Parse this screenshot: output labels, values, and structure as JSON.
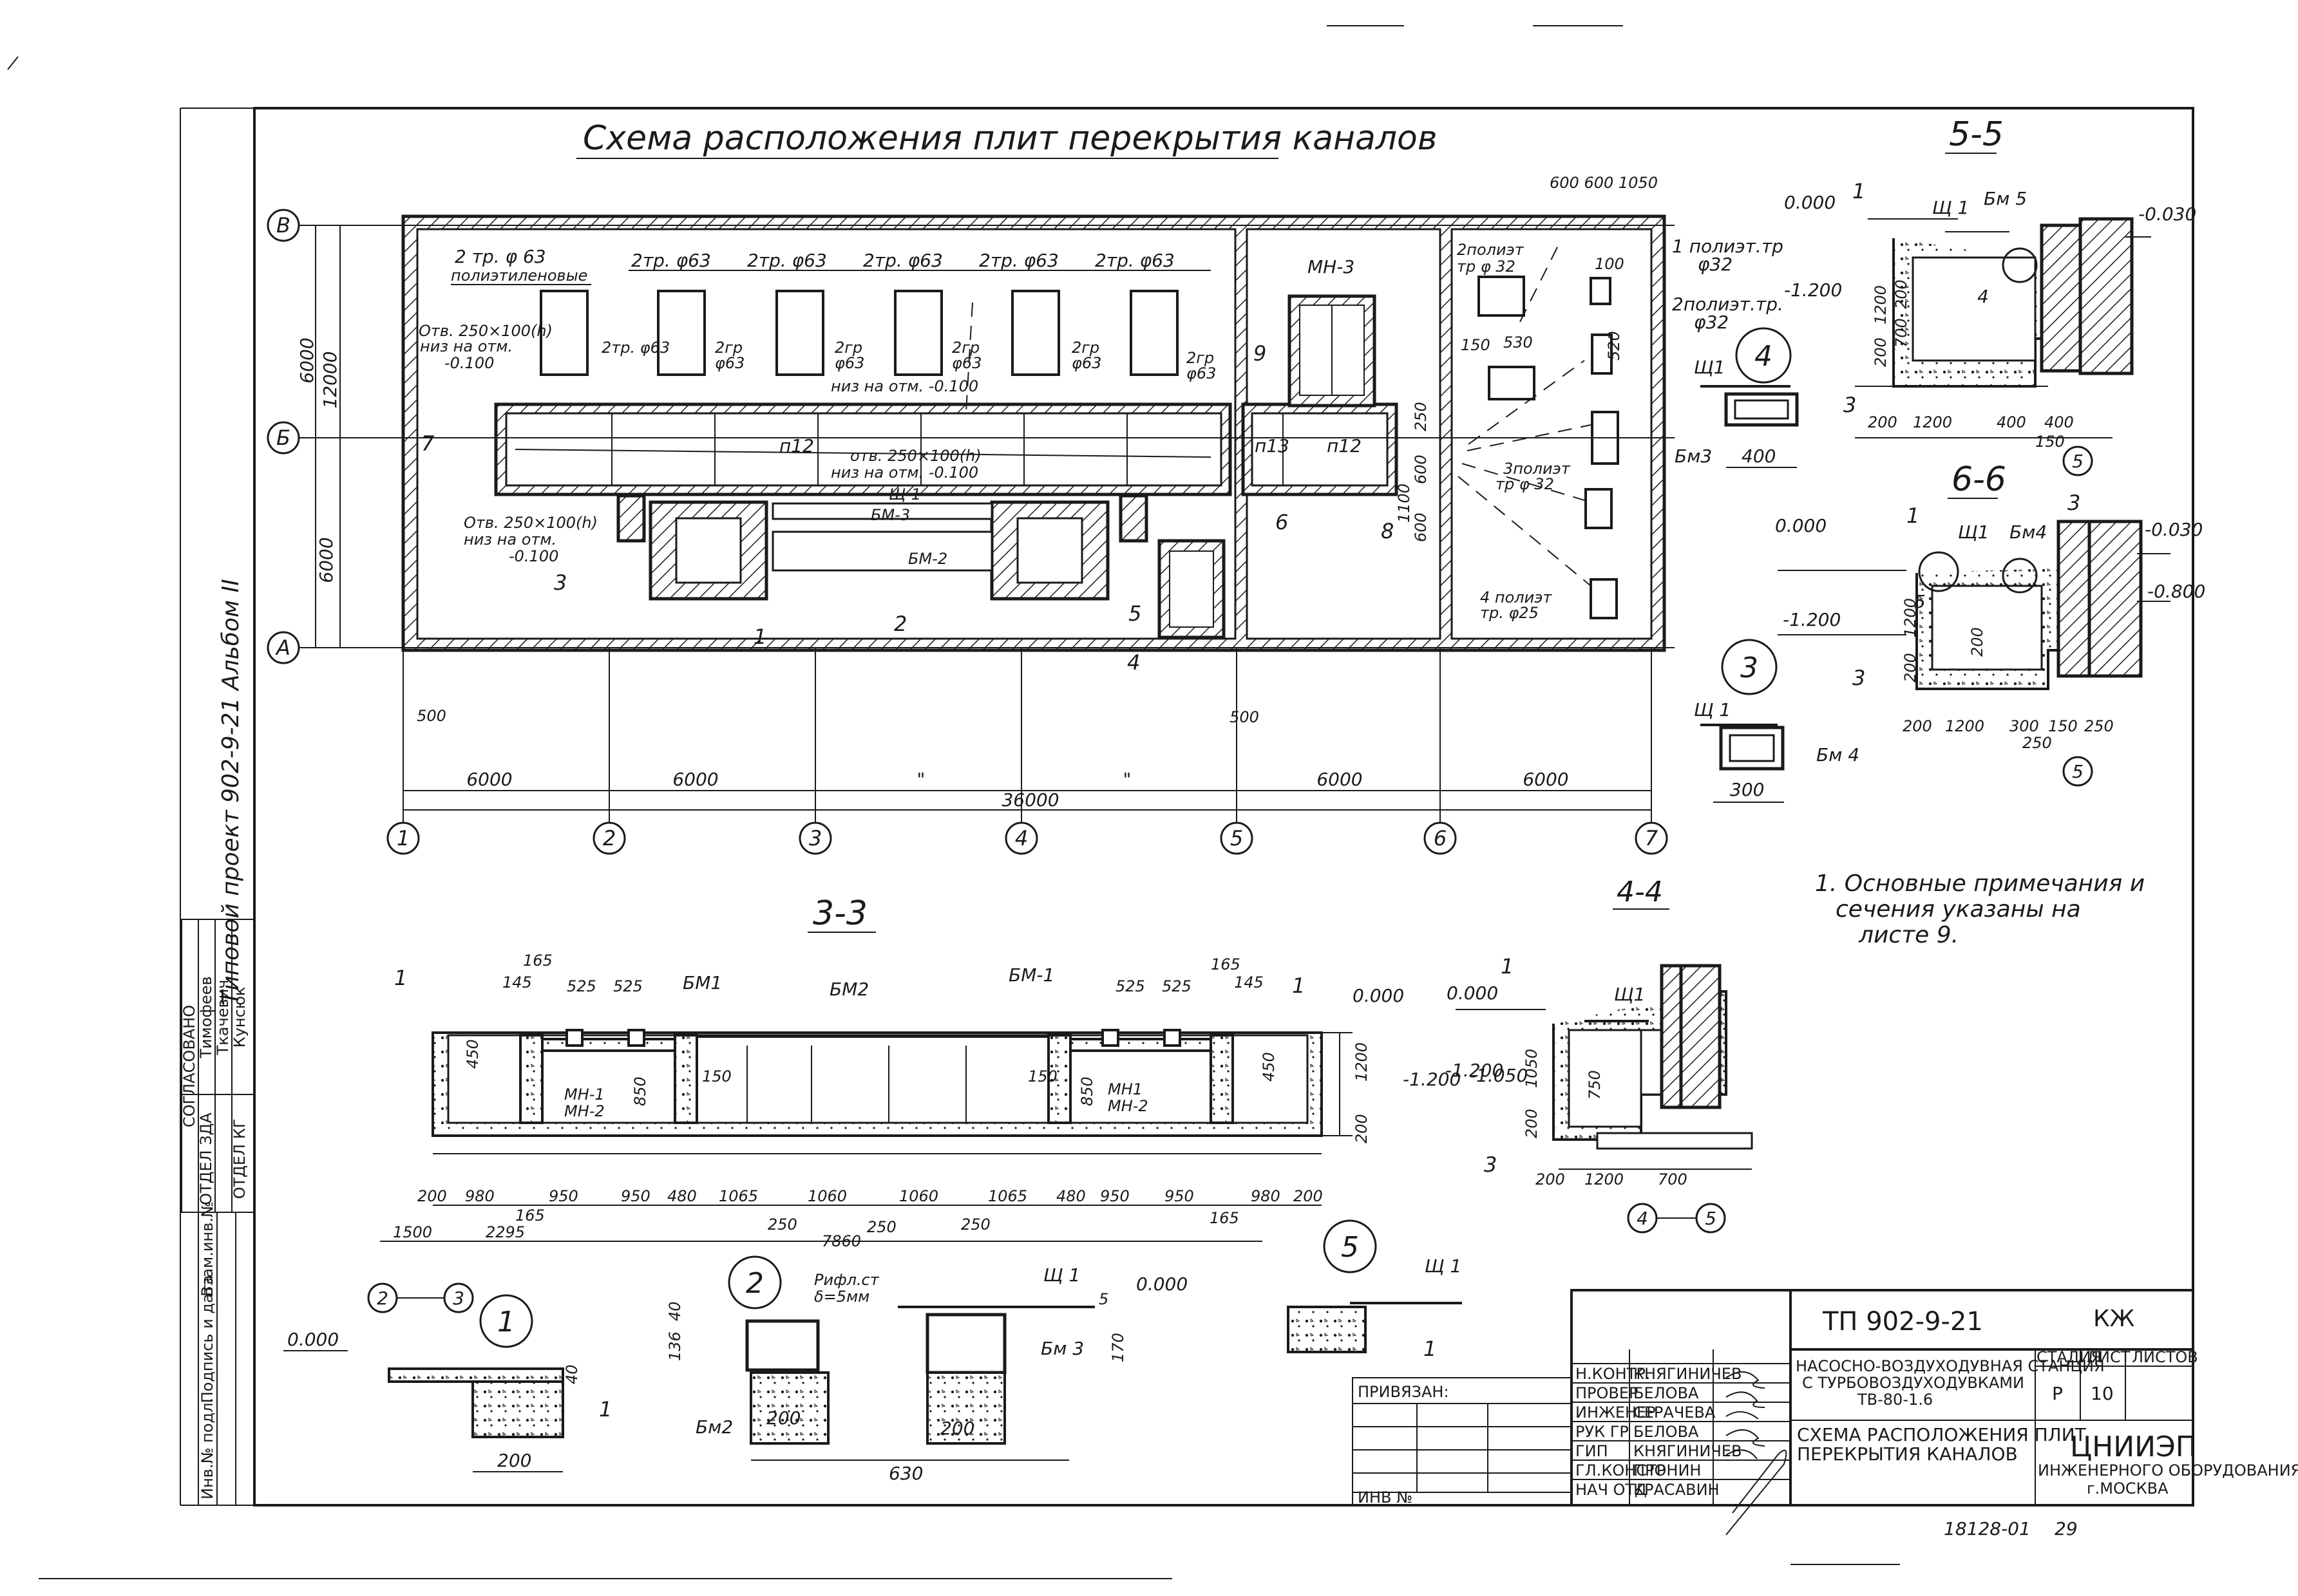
{
  "main_title": "Схема расположения плит перекрытия каналов",
  "side_label": "Типовой проект 902-9-21   Альбом II",
  "axes": {
    "letters": [
      "В",
      "Б",
      "А"
    ],
    "numbers": [
      "1",
      "2",
      "3",
      "4",
      "5",
      "6",
      "7"
    ]
  },
  "plan_dims": {
    "vert_total": "12000",
    "vert_upper": "6000",
    "vert_lower": "6000",
    "span": "6000",
    "total": "36000",
    "offset": "500",
    "ditto": "\"",
    "top_dims": "600 600 1050"
  },
  "plan_labels": {
    "pipe_poly": "2 тр. φ 63",
    "pipe_poly_sub": "полиэтиленовые",
    "pipe": "2тр. φ63",
    "pipe_gr": "2гр",
    "pipe_gr_d": "φ63",
    "hole1": "Отв. 250×100(h)",
    "hole1_sub": "низ на отм.",
    "hole1_val": "-0.100",
    "hole2": "отв. 250×100(h)",
    "hole2_sub": "низ на отм. -0.100",
    "slab_p12": "п12",
    "slab_p13": "п13",
    "mn3": "МН-3",
    "sh1": "Щ-1",
    "bm3": "БМ-3",
    "bm2": "БМ-2",
    "pe_1": "1 полиэт.тр",
    "pe_1_d": "φ32",
    "pe_2a": "2полиэт",
    "pe_2a_d": "тр φ 32",
    "pe_2b": "2полиэт.тр.",
    "pe_2b_d": "φ32",
    "pe_3": "3полиэт",
    "pe_3_d": "тр φ 32",
    "pe_4": "4 полиэт",
    "pe_4_d": "тр. φ25",
    "dims_right": [
      "100",
      "520",
      "530",
      "150",
      "1100",
      "250",
      "600",
      "600"
    ],
    "sections": [
      "1",
      "2",
      "3",
      "4",
      "5",
      "6",
      "7",
      "8",
      "9"
    ]
  },
  "note": {
    "line1": "1. Основные примечания и",
    "line2": "сечения указаны на",
    "line3": "листе 9."
  },
  "section_55": {
    "title": "5-5",
    "el_top": "0.000",
    "el_right": "-0.030",
    "el_bottom": "-1.200",
    "sh1": "Щ 1",
    "bm5": "Бм 5",
    "dims": [
      "200",
      "1200",
      "400",
      "400",
      "150",
      "200",
      "700",
      "1200",
      "200"
    ],
    "marks": [
      "1",
      "3",
      "4"
    ],
    "axis": "5"
  },
  "section_66": {
    "title": "6-6",
    "el_top": "0.000",
    "el_right": "-0.030",
    "el_right2": "-0.800",
    "el_bottom": "-1.200",
    "sh1": "Щ1",
    "bm4": "Бм4",
    "dims": [
      "200",
      "1200",
      "300",
      "150",
      "250",
      "250",
      "200",
      "1200",
      "200"
    ],
    "marks": [
      "1",
      "3",
      "5"
    ],
    "axis": "5"
  },
  "node4": {
    "num": "4",
    "sh1": "Щ1",
    "bm": "Бм3",
    "dim": "400"
  },
  "node3": {
    "num": "3",
    "sh1": "Щ 1",
    "bm": "Бм 4",
    "dim": "300"
  },
  "section_33": {
    "title": "3-3",
    "el_top": "0.000",
    "el_bottom": "-1.200",
    "marks": [
      "1",
      "1"
    ],
    "bm": [
      "БМ1",
      "БМ2",
      "БМ-1"
    ],
    "mn": [
      "МН-1",
      "МН-2",
      "МН1",
      "МН-2"
    ],
    "top_dims": [
      "165",
      "145",
      "525",
      "525",
      "525",
      "525",
      "165",
      "145"
    ],
    "vert_dims": [
      "450",
      "850",
      "150",
      "150",
      "850",
      "450",
      "1200",
      "200"
    ],
    "bottom_dims": [
      "200",
      "980",
      "950",
      "950",
      "480",
      "1065",
      "1060",
      "1060",
      "1065",
      "480",
      "950",
      "950",
      "980",
      "200"
    ],
    "sub_dims": [
      "165",
      "250",
      "250",
      "250",
      "165"
    ],
    "run_dims": [
      "1500",
      "2295",
      "7860"
    ],
    "axes": [
      "2",
      "3"
    ]
  },
  "section_44": {
    "title": "4-4",
    "el_top": "0.000",
    "el_mid": "-1.050",
    "el_bottom": "-1.200",
    "sh1": "Щ1",
    "dims": [
      "1050",
      "750",
      "200",
      "200",
      "1200",
      "700"
    ],
    "marks": [
      "1",
      "3"
    ],
    "axes": [
      "4",
      "5"
    ]
  },
  "node1": {
    "num": "1",
    "el": "0.000",
    "dim": "200",
    "dim_h": "40",
    "mark": "1"
  },
  "node2": {
    "num": "2",
    "rifl": "Рифл.ст",
    "rifl_t": "δ=5мм",
    "sh1": "Щ 1",
    "el": "0.000",
    "bm2": "Бм2",
    "bm3": "Бм 3",
    "dims": [
      "40",
      "136",
      "170",
      "5",
      "200",
      "200",
      "630"
    ]
  },
  "node5": {
    "num": "5",
    "sh1": "Щ 1",
    "mark": "1"
  },
  "approvals": {
    "title": "СОГЛАСОВАНО",
    "rows": [
      "ОТДЕЛ ЗДА",
      "ОТДЕЛ КГ"
    ],
    "names": [
      "Тимофеев",
      "Ткачевич",
      "Кунсюк"
    ]
  },
  "inv_strip": [
    "Инв.№ подл.",
    "Подпись и дата",
    "Взам.инв.№"
  ],
  "title_block": {
    "code": "ТП 902-9-21",
    "kind": "КЖ",
    "privyazan": "ПРИВЯЗАН:",
    "inv": "ИНВ №",
    "roles": [
      "Н.КОНТР.",
      "ПРОВЕР",
      "ИНЖЕНЕР",
      "РУК ГР",
      "ГИП",
      "ГЛ.КОНСТР",
      "НАЧ ОТД"
    ],
    "names": [
      "КНЯГИНИЧЕВ",
      "БЕЛОВА",
      "СЕРАЧЕВА",
      "БЕЛОВА",
      "КНЯГИНИЧЕВ",
      "ПРОНИН",
      "КРАСАВИН"
    ],
    "project_line1": "НАСОСНО-ВОЗДУХОДУВНАЯ СТАНЦИЯ",
    "project_line2": "С ТУРБОВОЗДУХОДУВКАМИ",
    "project_line3": "ТВ-80-1.6",
    "sheet_title1": "СХЕМА РАСПОЛОЖЕНИЯ ПЛИТ",
    "sheet_title2": "ПЕРЕКРЫТИЯ КАНАЛОВ",
    "stage_h": "СТАДИЯ",
    "sheet_h": "ЛИСТ",
    "sheets_h": "ЛИСТОВ",
    "stage": "Р",
    "sheet": "10",
    "org1": "ЦНИИЭП",
    "org2": "ИНЖЕНЕРНОГО ОБОРУДОВАНИЯ",
    "org3": "г.МОСКВА"
  },
  "footer_num": "18128-01",
  "footer_page": "29"
}
